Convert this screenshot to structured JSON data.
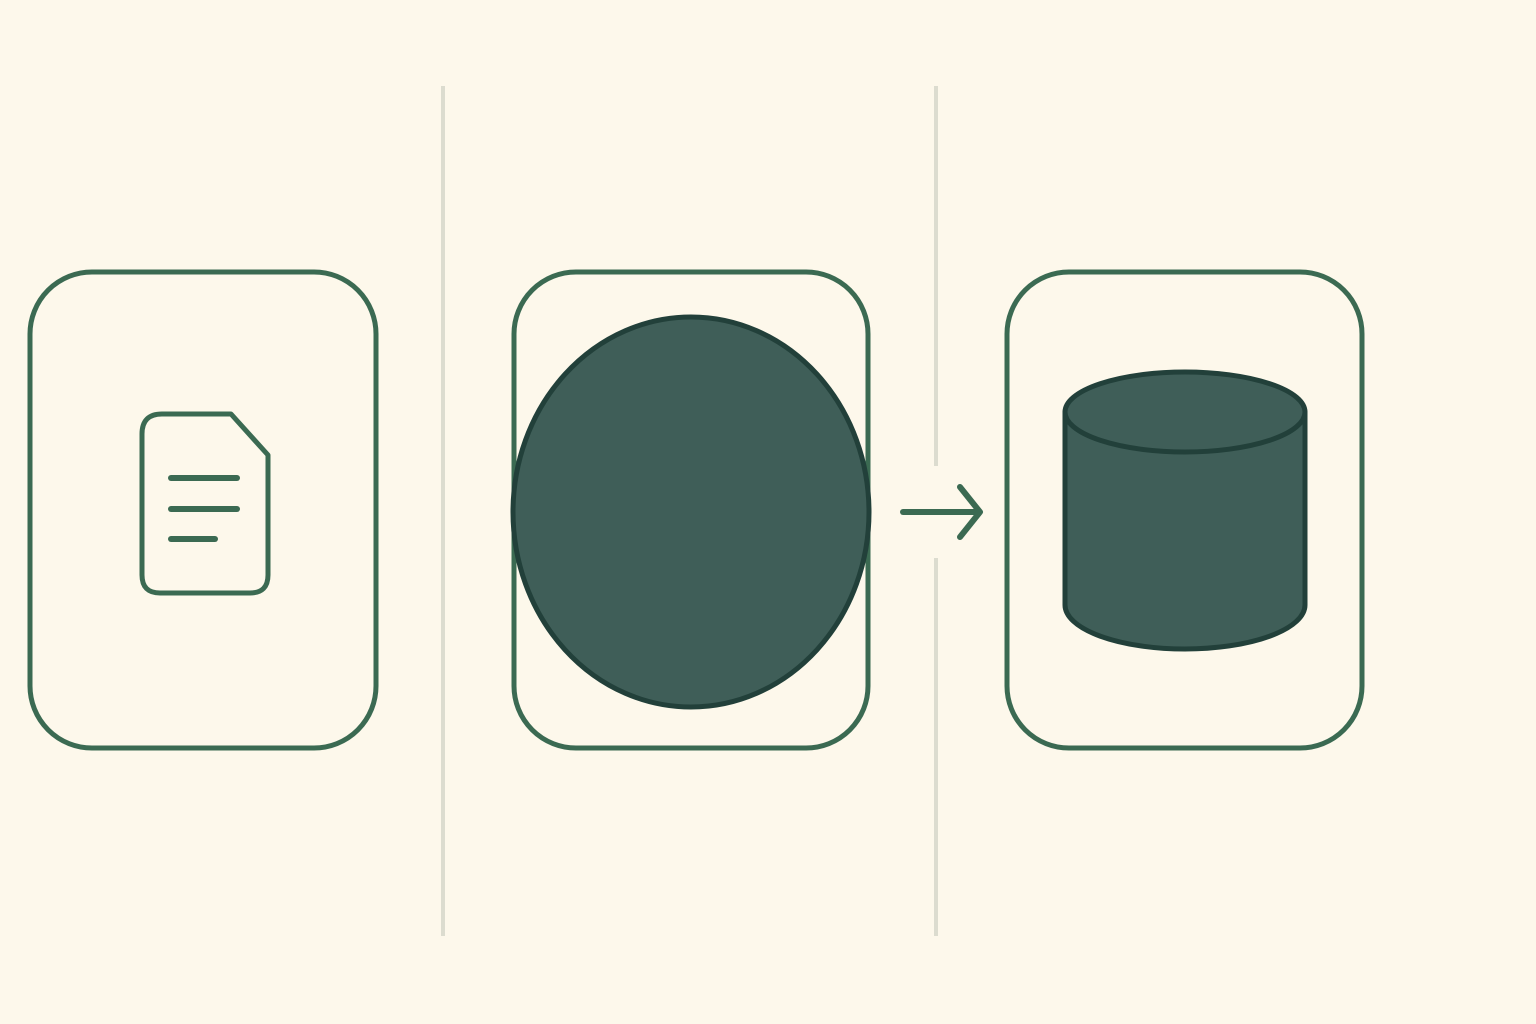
{
  "colors": {
    "background": "#fdf8eb",
    "card_stroke": "#3b6a52",
    "shape_fill": "#3f5e58",
    "shape_stroke": "#22403a",
    "divider": "#dcdccf",
    "arrow": "#3b6a52"
  },
  "diagram": {
    "stages": [
      {
        "name": "document",
        "icon": "document-icon"
      },
      {
        "name": "process",
        "icon": "circle-shape"
      },
      {
        "name": "storage",
        "icon": "database-icon"
      }
    ],
    "connector": {
      "from": "process",
      "to": "storage",
      "icon": "arrow-right-icon"
    }
  }
}
